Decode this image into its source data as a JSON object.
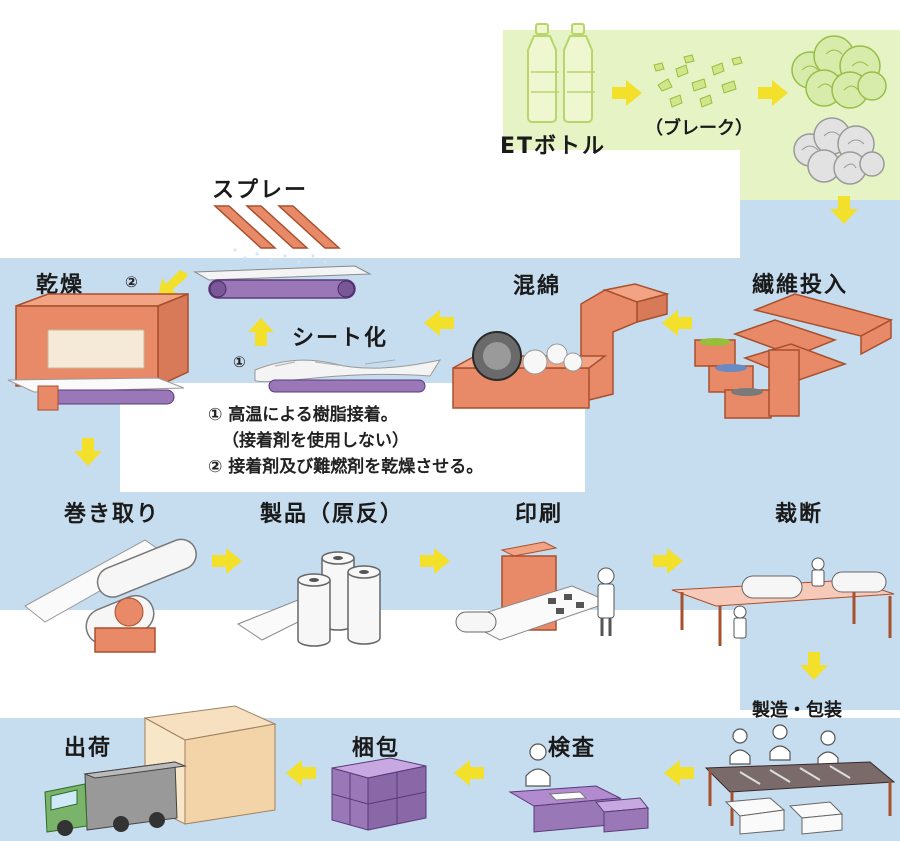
{
  "colors": {
    "band": "#c6dcef",
    "green": "#e6f3c4",
    "arrow": "#f7e830",
    "machine": "#e88a68",
    "machine_dark": "#c4623f",
    "purple": "#9a78b8"
  },
  "steps": {
    "pet": "ETボトル",
    "flake": "（ブレーク）",
    "fiber": "繊維投入",
    "mix": "混綿",
    "sheet": "シート化",
    "spray": "スプレー",
    "dry": "乾燥",
    "wind": "巻き取り",
    "product": "製品（原反）",
    "print": "印刷",
    "cut": "裁断",
    "manufacture": "製造・包装",
    "inspect": "検査",
    "pack": "梱包",
    "ship": "出荷"
  },
  "markers": {
    "one": "①",
    "two": "②"
  },
  "notes": {
    "line1": "① 高温による樹脂接着。",
    "line2": "（接着剤を使用しない）",
    "line3": "② 接着剤及び難燃剤を乾燥させる。"
  }
}
